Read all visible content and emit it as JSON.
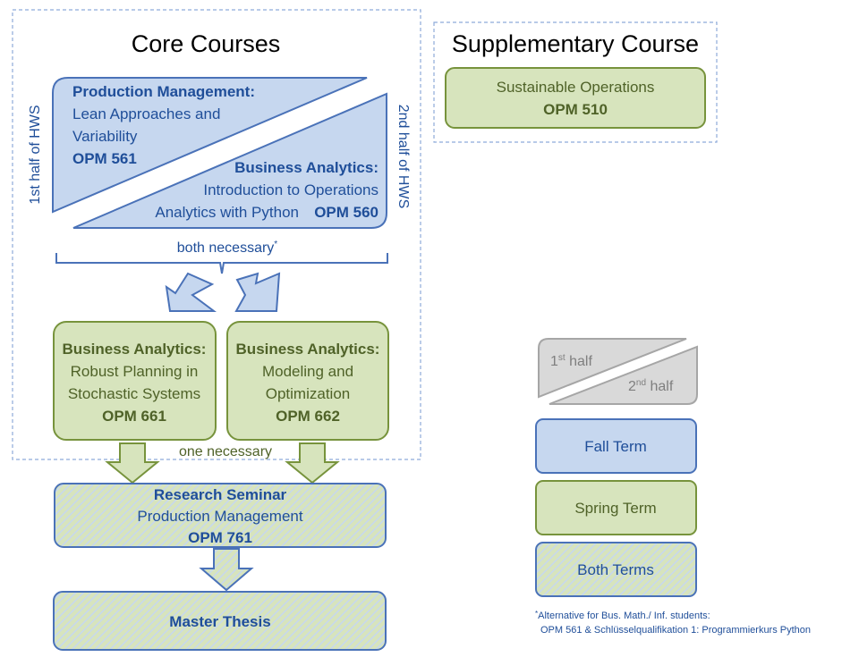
{
  "core": {
    "title": "Core Courses"
  },
  "supplementary": {
    "title": "Supplementary Course",
    "course_name": "Sustainable Operations",
    "course_code": "OPM 510"
  },
  "opm561": {
    "title": "Production Management:",
    "line1": "Lean Approaches and",
    "line2": "Variability",
    "code": "OPM 561"
  },
  "opm560": {
    "title": "Business Analytics:",
    "line1": "Introduction to Operations",
    "line2": "Analytics with Python",
    "code": "OPM 560"
  },
  "side_labels": {
    "first_half": "1st half of HWS",
    "second_half": "2nd half of HWS"
  },
  "both_necessary": {
    "text": "both necessary",
    "mark": "*"
  },
  "opm661": {
    "title": "Business Analytics:",
    "line1": "Robust Planning in",
    "line2": "Stochastic Systems",
    "code": "OPM 661"
  },
  "opm662": {
    "title": "Business Analytics:",
    "line1": "Modeling and",
    "line2": "Optimization",
    "code": "OPM 662"
  },
  "one_necessary": "one necessary",
  "seminar": {
    "title": "Research Seminar",
    "line1": "Production Management",
    "code": "OPM 761"
  },
  "thesis": {
    "title": "Master Thesis"
  },
  "legend": {
    "half1_num": "1",
    "half1_sup": "st",
    "half1_word": " half",
    "half2_num": "2",
    "half2_sup": "nd",
    "half2_word": " half",
    "fall": "Fall Term",
    "spring": "Spring Term",
    "both": "Both Terms"
  },
  "footnote": {
    "mark": "*",
    "line1": "Alternative for Bus. Math./ Inf. students:",
    "line2": "OPM 561 & Schlüsselqualifikation 1: Programmierkurs Python"
  },
  "colors": {
    "fall_fill": "#c6d7ef",
    "fall_stroke": "#4a72b8",
    "fall_text": "#1f4e99",
    "spring_fill": "#d7e4bd",
    "spring_stroke": "#77933c",
    "spring_text": "#4f6228",
    "grey_fill": "#d9d9d9",
    "grey_stroke": "#a6a6a6",
    "grey_text": "#7f7f7f",
    "dash": "#8eaad9"
  }
}
